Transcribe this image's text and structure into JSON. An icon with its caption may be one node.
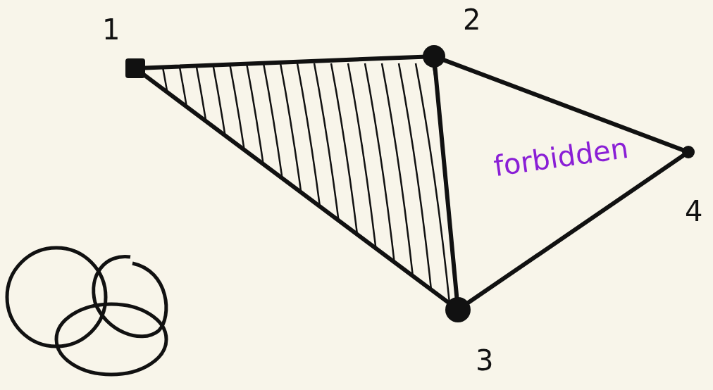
{
  "diagram": {
    "nodes": [
      {
        "text": [],
        "shape": "box",
        "beside": [
          "1"
        ]
      },
      {
        "text": [],
        "shape": "circle",
        "beside": [
          "2"
        ]
      },
      {
        "text": [],
        "shape": "circle",
        "beside": [
          "3"
        ]
      },
      {
        "text": [],
        "shape": "circle",
        "beside": [
          "4"
        ]
      }
    ],
    "edges": [
      {
        "from": 0,
        "to": 1,
        "arrow": "none"
      },
      {
        "from": 0,
        "to": 2,
        "arrow": "none"
      },
      {
        "from": 1,
        "to": 2,
        "arrow": "none"
      },
      {
        "from": 1,
        "to": 3,
        "arrow": "none"
      },
      {
        "from": 2,
        "to": 3,
        "arrow": "none"
      }
    ],
    "labels": [
      "forbidden"
    ]
  }
}
